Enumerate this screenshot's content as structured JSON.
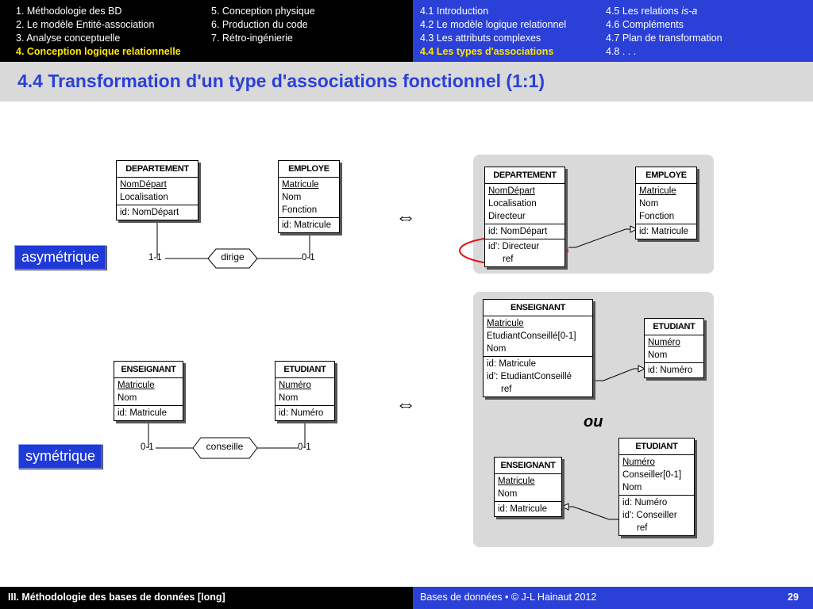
{
  "nav": {
    "left_col1": [
      "1. Méthodologie des BD",
      "2. Le modèle Entité-association",
      "3. Analyse conceptuelle",
      "4. Conception logique relationnelle"
    ],
    "left_col2": [
      "5. Conception physique",
      "6. Production du code",
      "7. Rétro-ingénierie"
    ],
    "right_col1": [
      "4.1 Introduction",
      "4.2 Le modèle logique relationnel",
      "4.3 Les attributs complexes",
      "4.4 Les types d'associations"
    ],
    "right_col2_a": "4.5 Les relations ",
    "right_col2_a_em": "is-a",
    "right_col2": [
      "4.6 Compléments",
      "4.7 Plan de transformation",
      "4.8 . . ."
    ],
    "accent": "#2b40d6",
    "active": "#ffe600"
  },
  "title": "4.4 Transformation d'un type d'associations fonctionnel (1:1)",
  "labels": {
    "asymetrique": "asymétrique",
    "symetrique": "symétrique",
    "equiv": "⇔",
    "ou": "ou"
  },
  "asym_conceptual": {
    "dept": {
      "name": "DEPARTEMENT",
      "ids": [
        "NomDépart"
      ],
      "attrs": [
        "Localisation"
      ],
      "key": "id: NomDépart"
    },
    "emp": {
      "name": "EMPLOYE",
      "ids": [
        "Matricule"
      ],
      "attrs": [
        "Nom",
        "Fonction"
      ],
      "key": "id: Matricule"
    },
    "assoc": "dirige",
    "card_left": "1-1",
    "card_right": "0-1"
  },
  "asym_logical": {
    "dept": {
      "name": "DEPARTEMENT",
      "ids": [
        "NomDépart "
      ],
      "attrs": [
        "Localisation",
        "Directeur"
      ],
      "key1": "id: NomDépart",
      "key2": "id': Directeur",
      "ref": "ref"
    },
    "emp": {
      "name": "EMPLOYE",
      "ids": [
        "Matricule"
      ],
      "attrs": [
        "Nom",
        "Fonction"
      ],
      "key": "id: Matricule"
    }
  },
  "sym_conceptual": {
    "ens": {
      "name": "ENSEIGNANT",
      "ids": [
        "Matricule"
      ],
      "attrs": [
        "Nom"
      ],
      "key": "id: Matricule"
    },
    "etu": {
      "name": "ETUDIANT",
      "ids": [
        "Numéro"
      ],
      "attrs": [
        "Nom"
      ],
      "key": "id: Numéro"
    },
    "assoc": "conseille",
    "card_left": "0-1",
    "card_right": "0-1"
  },
  "sym_logical_a": {
    "ens": {
      "name": "ENSEIGNANT",
      "ids": [
        "Matricule"
      ],
      "attrs": [
        "EtudiantConseillé[0-1]",
        "Nom"
      ],
      "key1": "id: Matricule",
      "key2": "id': EtudiantConseillé",
      "ref": "ref"
    },
    "etu": {
      "name": "ETUDIANT",
      "ids": [
        "Numéro"
      ],
      "attrs": [
        "Nom"
      ],
      "key": "id: Numéro"
    }
  },
  "sym_logical_b": {
    "ens": {
      "name": "ENSEIGNANT",
      "ids": [
        "Matricule"
      ],
      "attrs": [
        "Nom"
      ],
      "key": "id: Matricule"
    },
    "etu": {
      "name": "ETUDIANT",
      "ids": [
        "Numéro"
      ],
      "attrs": [
        "Conseiller[0-1]",
        "Nom"
      ],
      "key1": "id: Numéro",
      "key2": "id': Conseiller",
      "ref": "ref"
    }
  },
  "footer": {
    "left": "III. Méthodologie des bases de données [long]",
    "center": "Bases de données • © J-L Hainaut  2012",
    "page": "29"
  }
}
